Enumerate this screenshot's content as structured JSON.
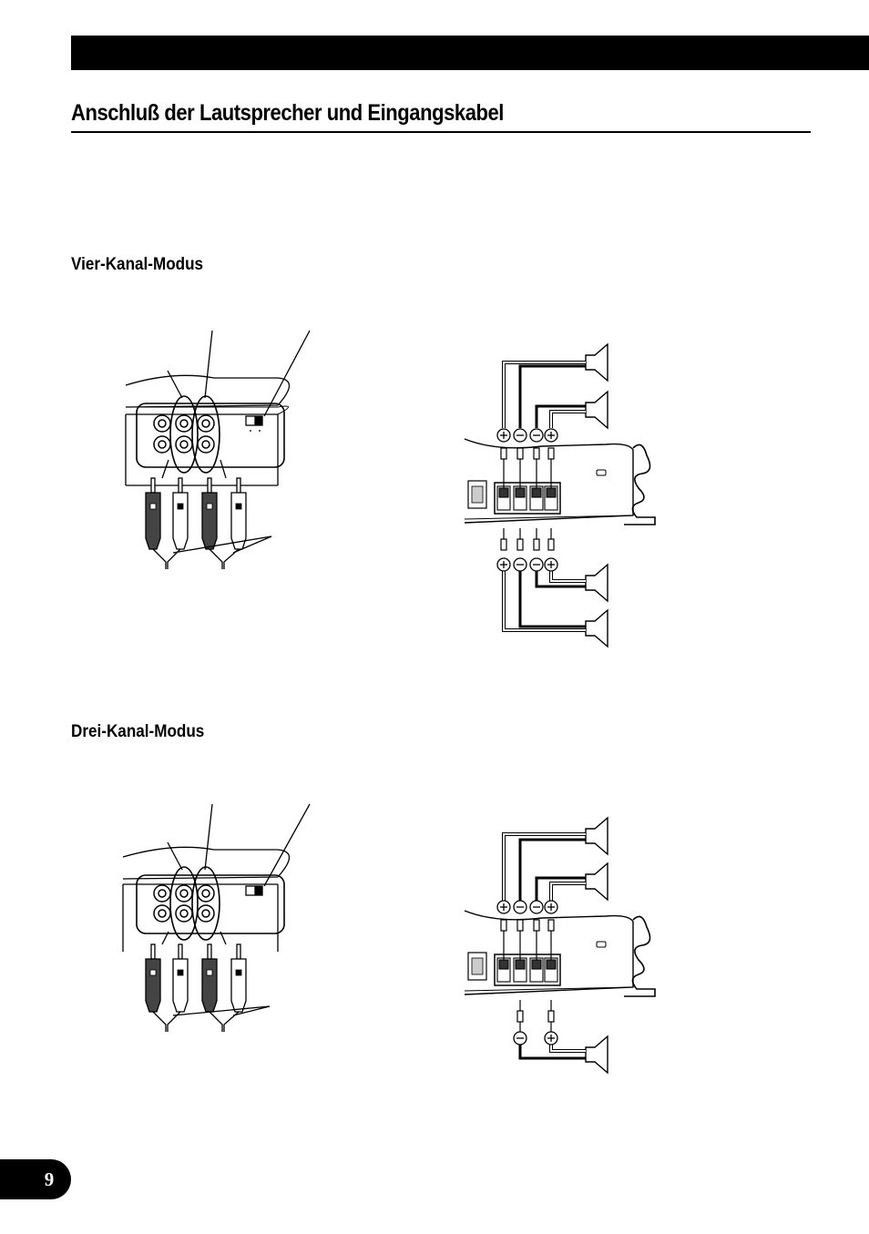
{
  "page": {
    "title": "Anschluß der Lautsprecher und Eingangskabel",
    "page_number": "9"
  },
  "sections": [
    {
      "heading": "Vier-Kanal-Modus"
    },
    {
      "heading": "Drei-Kanal-Modus"
    }
  ],
  "colors": {
    "ink": "#000000",
    "paper": "#ffffff",
    "panel_gray": "#bbbbbb"
  }
}
